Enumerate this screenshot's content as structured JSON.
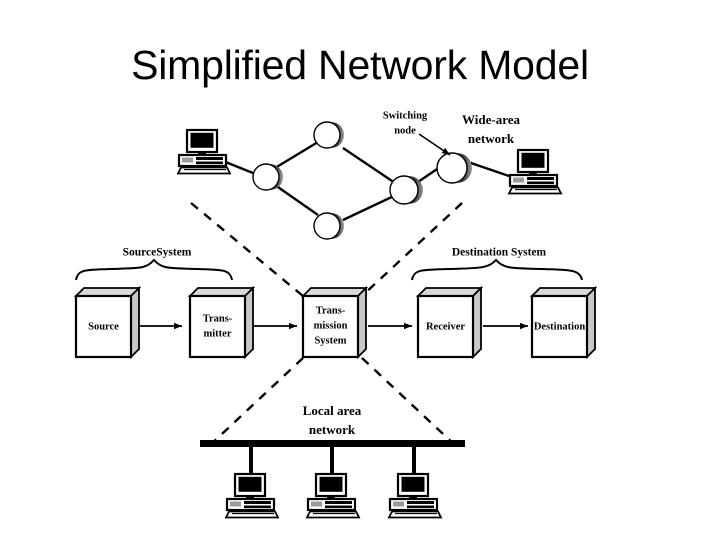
{
  "slide": {
    "title": "Simplified Network Model",
    "background_color": "#ffffff",
    "ink_color": "#000000"
  },
  "diagram": {
    "wan": {
      "label": "Wide-area\nnetwork",
      "label_line1": "Wide-area",
      "label_line2": "network",
      "annotation_line1": "Switching",
      "annotation_line2": "node",
      "node_count": 5
    },
    "lan": {
      "label_line1": "Local area",
      "label_line2": "network",
      "host_count": 3
    },
    "groups": [
      {
        "name": "source-system",
        "label": "SourceSystem"
      },
      {
        "name": "destination-system",
        "label": "Destination System"
      }
    ],
    "boxes": [
      {
        "name": "source",
        "lines": [
          "Source"
        ]
      },
      {
        "name": "transmitter",
        "lines": [
          "Trans-",
          "mitter"
        ]
      },
      {
        "name": "transmission-system",
        "lines": [
          "Trans-",
          "mission",
          "System"
        ]
      },
      {
        "name": "receiver",
        "lines": [
          "Receiver"
        ]
      },
      {
        "name": "destination",
        "lines": [
          "Destination"
        ]
      }
    ],
    "colors": {
      "box_front": "#ffffff",
      "box_side": "#c8c8c8",
      "box_top": "#d9d9d9",
      "outline": "#000000",
      "node_shadow": "#5a5a5a"
    }
  }
}
